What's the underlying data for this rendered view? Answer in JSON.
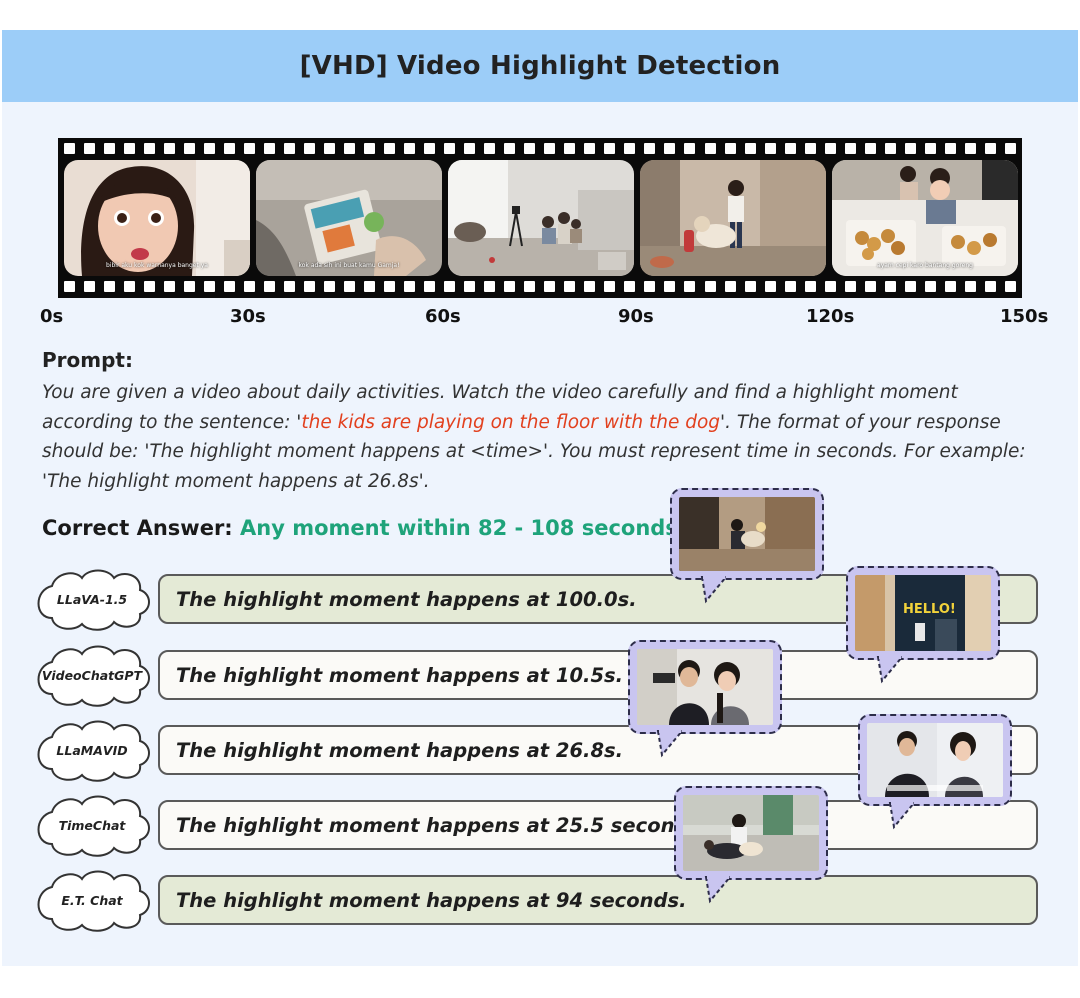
{
  "header": {
    "title": "[VHD] Video Highlight Detection"
  },
  "filmstrip": {
    "frames": [
      {
        "subtitle": "bibir aku kok warnanya banget ya"
      },
      {
        "subtitle": "kok ada sih ini buat kamu Gamja!"
      },
      {
        "subtitle": ""
      },
      {
        "subtitle": ""
      },
      {
        "subtitle": "ayam cepi karo bantang goreng"
      }
    ],
    "timeline": [
      "0s",
      "30s",
      "60s",
      "90s",
      "120s",
      "150s"
    ]
  },
  "prompt": {
    "label": "Prompt:",
    "text_before": "You are given a video about daily activities. Watch the video carefully and find a highlight moment according to the sentence: '",
    "highlight": "the kids are playing on the floor with the dog",
    "text_after": "'. The format of your response should be: 'The highlight moment happens at <time>'. You must represent time in seconds. For example: 'The highlight moment happens at 26.8s'."
  },
  "answer": {
    "label": "Correct Answer:",
    "value": "Any moment within 82 - 108 seconds"
  },
  "models": [
    {
      "name_lines": [
        "LLaVA-1.5"
      ],
      "response": "The highlight moment happens at 100.0s.",
      "correct": true
    },
    {
      "name_lines": [
        "Video",
        "ChatGPT"
      ],
      "response": "The highlight moment happens at 10.5s.",
      "correct": false
    },
    {
      "name_lines": [
        "LLaMA",
        "VID"
      ],
      "response": "The highlight moment happens at 26.8s.",
      "correct": false
    },
    {
      "name_lines": [
        "TimeChat"
      ],
      "response": "The highlight moment happens at 25.5 seconds.",
      "correct": false
    },
    {
      "name_lines": [
        "E.T. Chat"
      ],
      "response": "The highlight moment happens at 94 seconds.",
      "correct": true
    }
  ],
  "bubbles": [
    {
      "overlay_text": ""
    },
    {
      "overlay_text": "HELLO!"
    },
    {
      "overlay_text": ""
    },
    {
      "overlay_text": ""
    },
    {
      "overlay_text": ""
    }
  ],
  "colors": {
    "header": "#9ccdf8",
    "panel": "#eef4fd",
    "prompt_highlight": "#e2401e",
    "answer_value": "#1ea37a",
    "correct_box": "#e4ead6",
    "wrong_box": "#fbfaf7",
    "bubble_fill": "#c9c5f0"
  }
}
